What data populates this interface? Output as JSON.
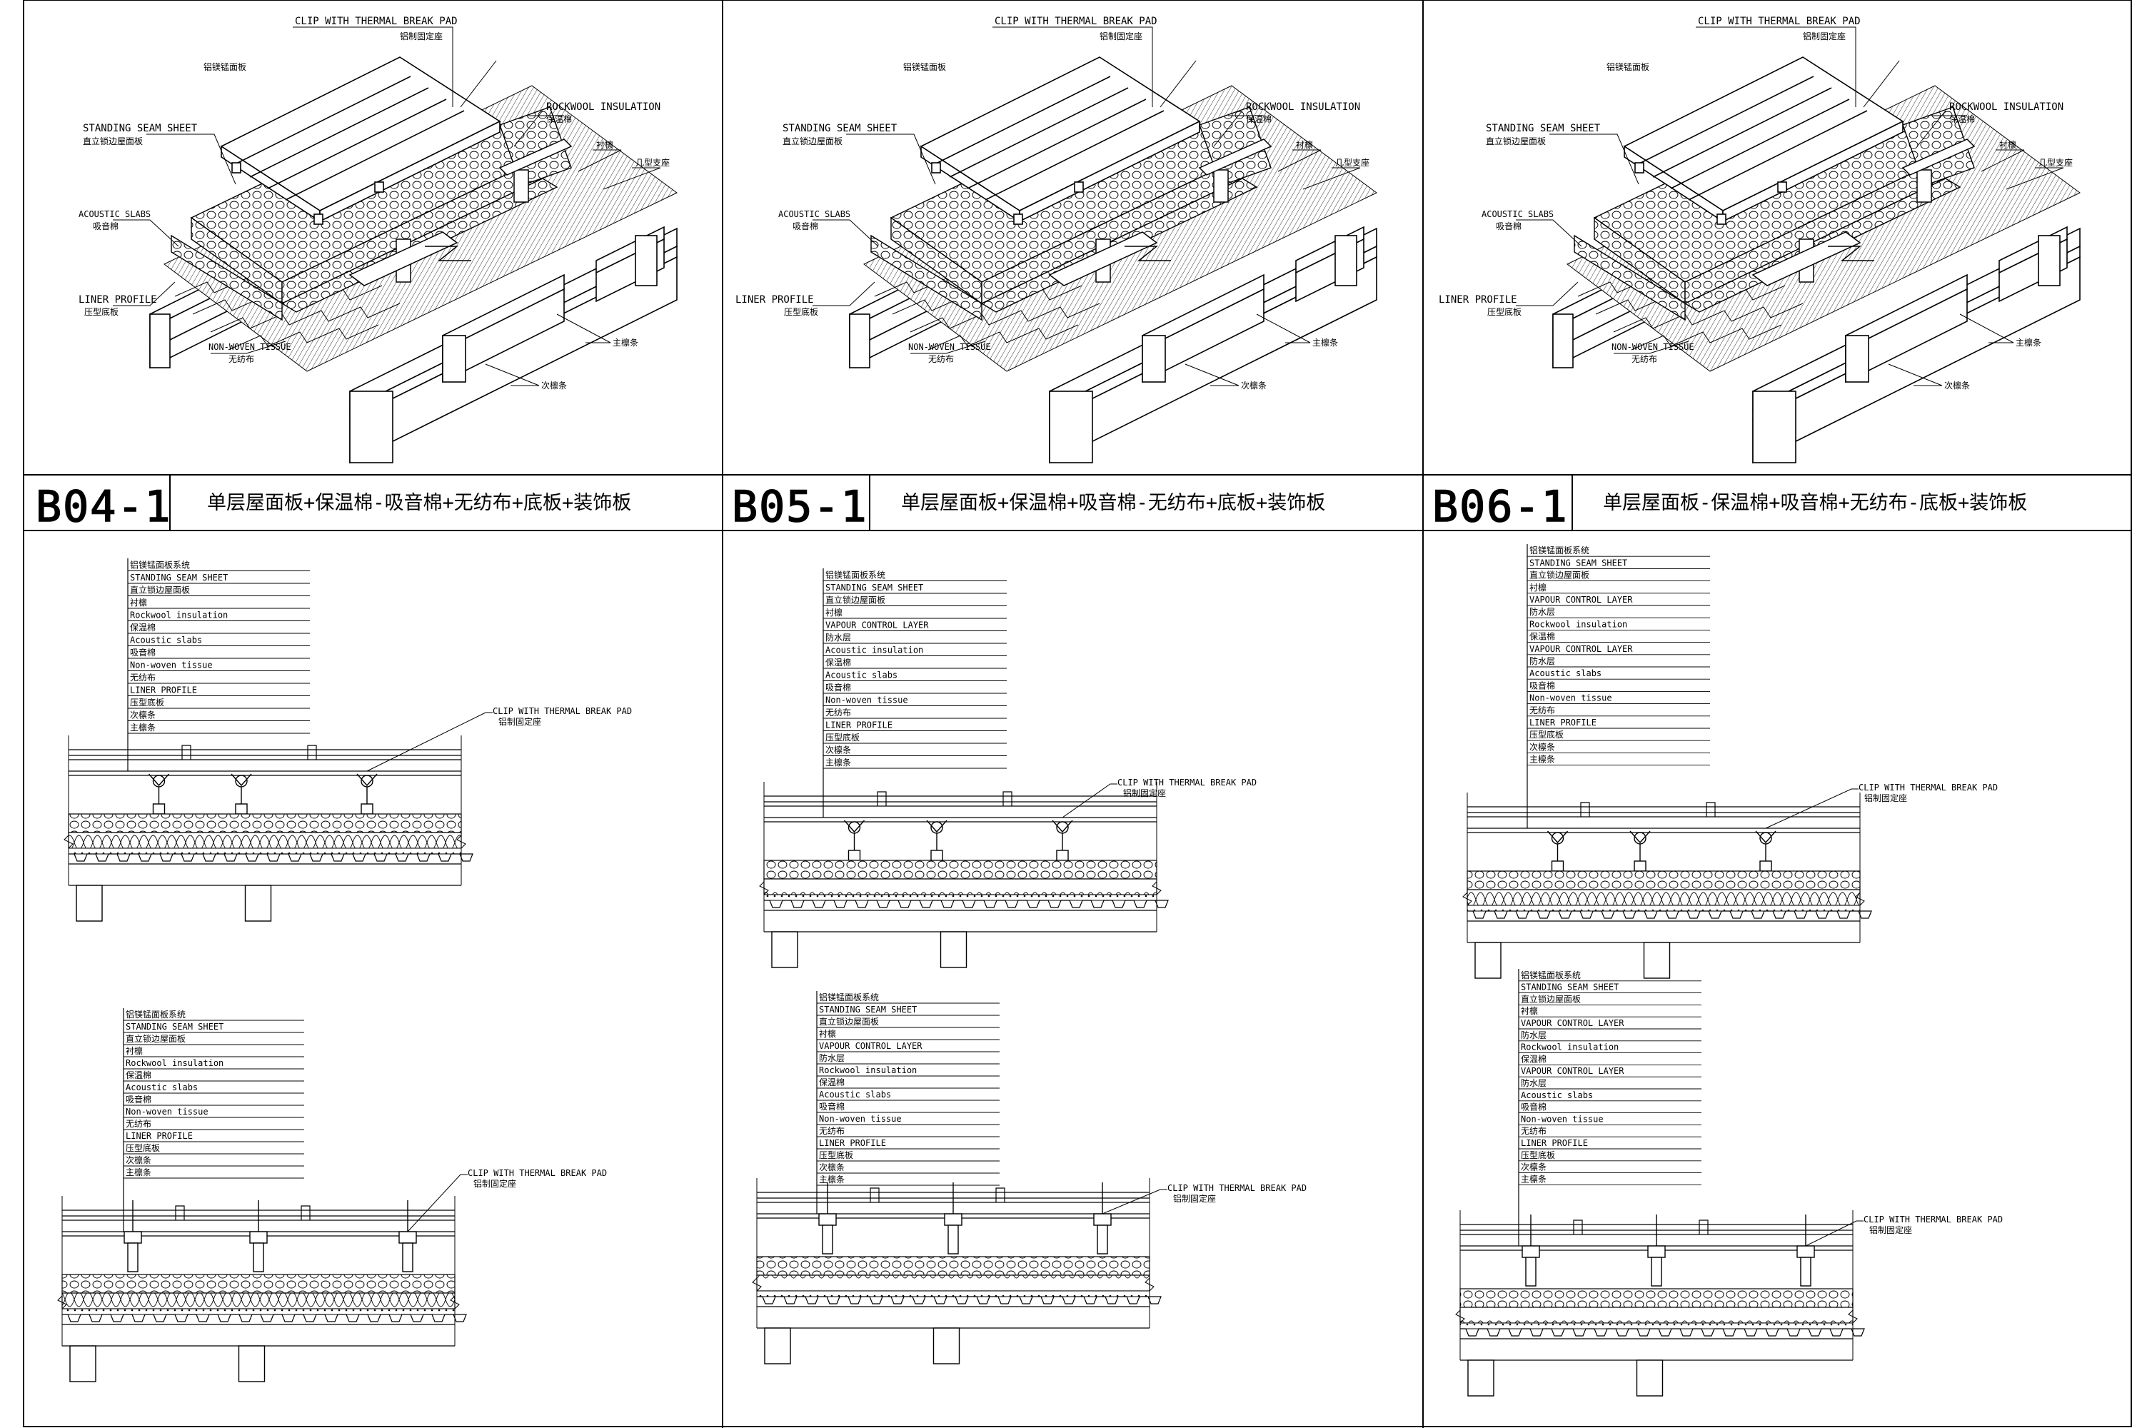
{
  "sheet": {
    "panels": [
      {
        "code": "B04-1",
        "title": "单层屋面板+保温棉-吸音棉+无纺布+底板+装饰板",
        "iso_labels": {
          "clip_en": "CLIP WITH THERMAL BREAK PAD",
          "clip_cn": "铝制固定座",
          "panel_cn": "铝镁锰面板",
          "rockwool_en": "ROCKWOOL INSULATION",
          "rockwool_cn": "保温棉",
          "standing_en": "STANDING SEAM SHEET",
          "standing_cn": "直立锁边屋面板",
          "spacer_cn": "衬檩",
          "clip_support_cn": "几型支座",
          "acoustic_en": "ACOUSTIC SLABS",
          "acoustic_cn": "吸音棉",
          "liner_en": "LINER PROFILE",
          "liner_cn": "压型底板",
          "tissue_en": "NON-WOVEN TISSUE",
          "tissue_cn": "无纺布",
          "primary_cn": "主檩条",
          "secondary_cn": "次檩条"
        },
        "section_a": {
          "layers": [
            "铝镁锰面板系统",
            "STANDING SEAM SHEET",
            "直立锁边屋面板",
            "衬檩",
            "Rockwool insulation",
            "保温棉",
            "Acoustic slabs",
            "吸音棉",
            "Non-woven tissue",
            "无纺布",
            "LINER PROFILE",
            "压型底板",
            "次檩条",
            "主檩条"
          ],
          "clip_en": "CLIP WITH THERMAL BREAK PAD",
          "clip_cn": "铝制固定座"
        },
        "section_b": {
          "layers": [
            "铝镁锰面板系统",
            "STANDING SEAM SHEET",
            "直立锁边屋面板",
            "衬檩",
            "Rockwool insulation",
            "保温棉",
            "Acoustic slabs",
            "吸音棉",
            "Non-woven tissue",
            "无纺布",
            "LINER PROFILE",
            "压型底板",
            "次檩条",
            "主檩条"
          ],
          "clip_en": "CLIP WITH THERMAL BREAK PAD",
          "clip_cn": "铝制固定座"
        }
      },
      {
        "code": "B05-1",
        "title": "单层屋面板+保温棉+吸音棉-无纺布+底板+装饰板",
        "iso_labels": {
          "clip_en": "CLIP WITH THERMAL BREAK PAD",
          "clip_cn": "铝制固定座",
          "panel_cn": "铝镁锰面板",
          "rockwool_en": "ROCKWOOL INSULATION",
          "rockwool_cn": "保温棉",
          "standing_en": "STANDING SEAM SHEET",
          "standing_cn": "直立锁边屋面板",
          "spacer_cn": "衬檩",
          "clip_support_cn": "几型支座",
          "acoustic_en": "ACOUSTIC SLABS",
          "acoustic_cn": "吸音棉",
          "liner_en": "LINER PROFILE",
          "liner_cn": "压型底板",
          "tissue_en": "NON-WOVEN TISSUE",
          "tissue_cn": "无纺布",
          "primary_cn": "主檩条",
          "secondary_cn": "次檩条"
        },
        "section_a": {
          "layers": [
            "铝镁锰面板系统",
            "STANDING SEAM SHEET",
            "直立锁边屋面板",
            "衬檩",
            "VAPOUR CONTROL LAYER",
            "防水层",
            "Acoustic insulation",
            "保温棉",
            "Acoustic slabs",
            "吸音棉",
            "Non-woven tissue",
            "无纺布",
            "LINER PROFILE",
            "压型底板",
            "次檩条",
            "主檩条"
          ],
          "clip_en": "CLIP WITH THERMAL BREAK PAD",
          "clip_cn": "铝制固定座"
        },
        "section_b": {
          "layers": [
            "铝镁锰面板系统",
            "STANDING SEAM SHEET",
            "直立锁边屋面板",
            "衬檩",
            "VAPOUR CONTROL LAYER",
            "防水层",
            "Rockwool insulation",
            "保温棉",
            "Acoustic slabs",
            "吸音棉",
            "Non-woven tissue",
            "无纺布",
            "LINER PROFILE",
            "压型底板",
            "次檩条",
            "主檩条"
          ],
          "clip_en": "CLIP WITH THERMAL BREAK PAD",
          "clip_cn": "铝制固定座"
        }
      },
      {
        "code": "B06-1",
        "title": "单层屋面板-保温棉+吸音棉+无纺布-底板+装饰板",
        "iso_labels": {
          "clip_en": "CLIP WITH THERMAL BREAK PAD",
          "clip_cn": "铝制固定座",
          "panel_cn": "铝镁锰面板",
          "rockwool_en": "ROCKWOOL INSULATION",
          "rockwool_cn": "保温棉",
          "standing_en": "STANDING SEAM SHEET",
          "standing_cn": "直立锁边屋面板",
          "spacer_cn": "衬檩",
          "clip_support_cn": "几型支座",
          "acoustic_en": "ACOUSTIC SLABS",
          "acoustic_cn": "吸音棉",
          "liner_en": "LINER PROFILE",
          "liner_cn": "压型底板",
          "tissue_en": "NON-WOVEN TISSUE",
          "tissue_cn": "无纺布",
          "primary_cn": "主檩条",
          "secondary_cn": "次檩条"
        },
        "section_a": {
          "layers": [
            "铝镁锰面板系统",
            "STANDING SEAM SHEET",
            "直立锁边屋面板",
            "衬檩",
            "VAPOUR CONTROL LAYER",
            "防水层",
            "Rockwool insulation",
            "保温棉",
            "VAPOUR CONTROL LAYER",
            "防水层",
            "Acoustic slabs",
            "吸音棉",
            "Non-woven tissue",
            "无纺布",
            "LINER PROFILE",
            "压型底板",
            "次檩条",
            "主檩条"
          ],
          "clip_en": "CLIP WITH THERMAL BREAK PAD",
          "clip_cn": "铝制固定座"
        },
        "section_b": {
          "layers": [
            "铝镁锰面板系统",
            "STANDING SEAM SHEET",
            "直立锁边屋面板",
            "衬檩",
            "VAPOUR CONTROL LAYER",
            "防水层",
            "Rockwool insulation",
            "保温棉",
            "VAPOUR CONTROL LAYER",
            "防水层",
            "Acoustic slabs",
            "吸音棉",
            "Non-woven tissue",
            "无纺布",
            "LINER PROFILE",
            "压型底板",
            "次檩条",
            "主檩条"
          ],
          "clip_en": "CLIP WITH THERMAL BREAK PAD",
          "clip_cn": "铝制固定座"
        }
      }
    ]
  }
}
